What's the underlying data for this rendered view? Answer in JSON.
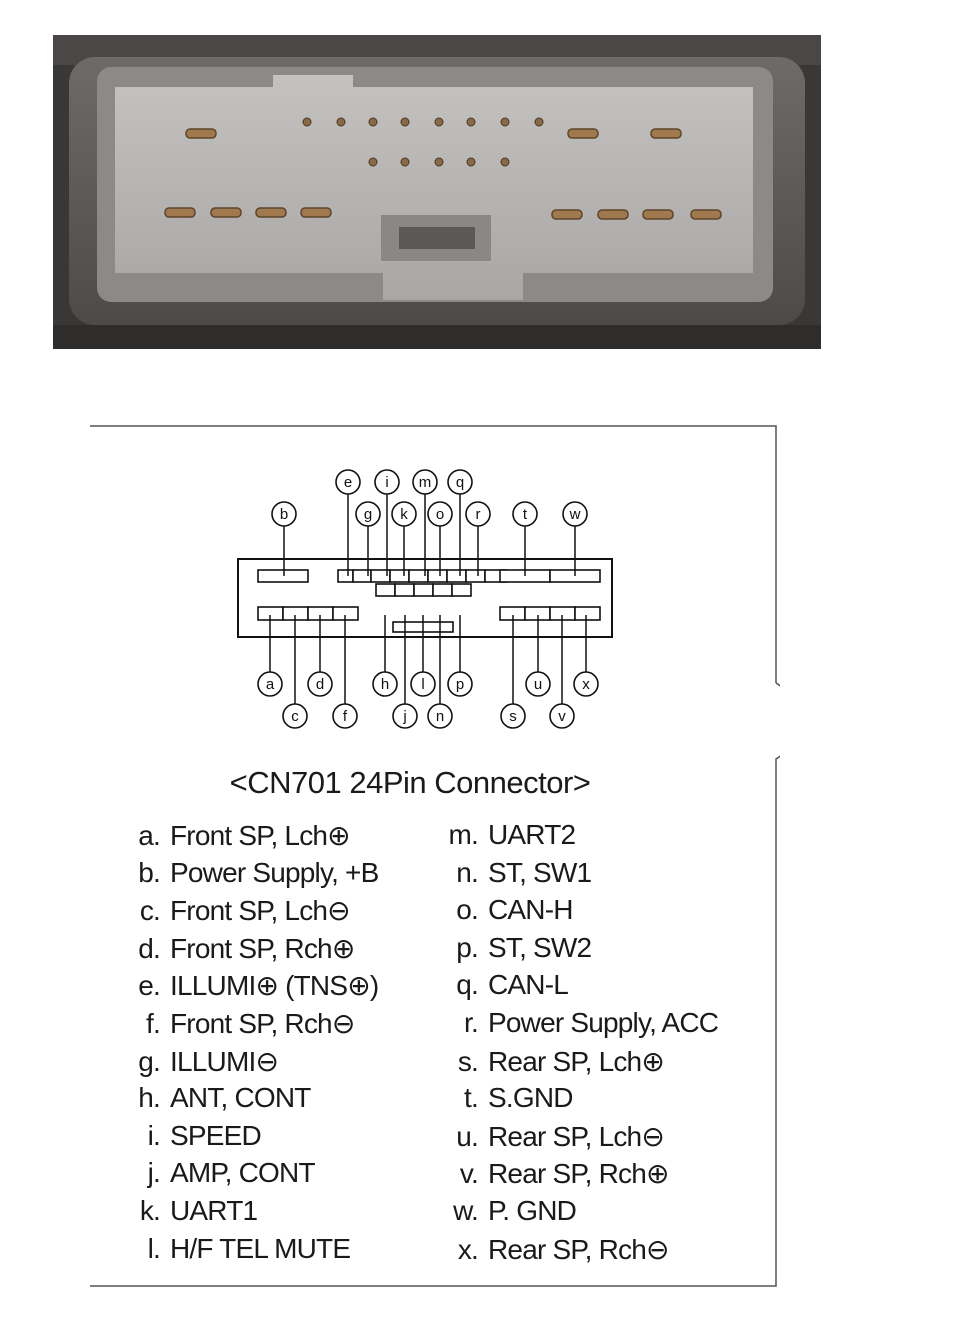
{
  "title": "<CN701  24Pin Connector>",
  "pin_labels": [
    "a",
    "b",
    "c",
    "d",
    "e",
    "f",
    "g",
    "h",
    "i",
    "j",
    "k",
    "l",
    "m",
    "n",
    "o",
    "p",
    "q",
    "r",
    "s",
    "t",
    "u",
    "v",
    "w",
    "x"
  ],
  "legend_left": [
    {
      "key": "a.",
      "desc": "Front SP, Lch⊕"
    },
    {
      "key": "b.",
      "desc": "Power Supply, +B"
    },
    {
      "key": "c.",
      "desc": "Front SP, Lch⊖"
    },
    {
      "key": "d.",
      "desc": "Front SP, Rch⊕"
    },
    {
      "key": "e.",
      "desc": "ILLUMI⊕ (TNS⊕)"
    },
    {
      "key": "f.",
      "desc": "Front SP, Rch⊖"
    },
    {
      "key": "g.",
      "desc": "ILLUMI⊖"
    },
    {
      "key": "h.",
      "desc": "ANT, CONT"
    },
    {
      "key": "i.",
      "desc": "SPEED"
    },
    {
      "key": "j.",
      "desc": "AMP, CONT"
    },
    {
      "key": "k.",
      "desc": "UART1"
    },
    {
      "key": "l.",
      "desc": "H/F TEL MUTE"
    }
  ],
  "legend_right": [
    {
      "key": "m.",
      "desc": "UART2"
    },
    {
      "key": "n.",
      "desc": "ST, SW1"
    },
    {
      "key": "o.",
      "desc": "CAN-H"
    },
    {
      "key": "p.",
      "desc": "ST, SW2"
    },
    {
      "key": "q.",
      "desc": "CAN-L"
    },
    {
      "key": "r.",
      "desc": "Power Supply, ACC"
    },
    {
      "key": "s.",
      "desc": "Rear SP, Lch⊕"
    },
    {
      "key": "t.",
      "desc": "S.GND"
    },
    {
      "key": "u.",
      "desc": "Rear SP, Lch⊖"
    },
    {
      "key": "v.",
      "desc": "Rear SP, Rch⊕"
    },
    {
      "key": "w.",
      "desc": "P. GND"
    },
    {
      "key": "x.",
      "desc": "Rear SP, Rch⊖"
    }
  ]
}
